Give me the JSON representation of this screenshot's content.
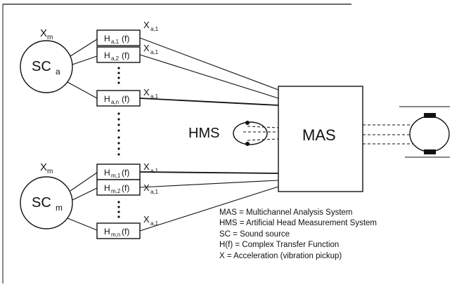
{
  "sources": [
    {
      "label_main": "SC",
      "label_sub": "a",
      "accel": "X",
      "accel_sub": "m"
    },
    {
      "label_main": "SC",
      "label_sub": "m",
      "accel": "X",
      "accel_sub": "m"
    }
  ],
  "transfer_boxes": [
    {
      "text": "H",
      "sub": "a,1",
      "arg": "(f)",
      "out": "X",
      "out_sub": "a,1"
    },
    {
      "text": "H",
      "sub": "a,2",
      "arg": "(f)",
      "out": "X",
      "out_sub": "a,1"
    },
    {
      "text": "H",
      "sub": "a,n",
      "arg": "(f)",
      "out": "X",
      "out_sub": "a,1"
    },
    {
      "text": "H",
      "sub": "m,1",
      "arg": "(f)",
      "out": "X",
      "out_sub": "a,1"
    },
    {
      "text": "H",
      "sub": "m,2",
      "arg": "(f)",
      "out": "X",
      "out_sub": "a,1"
    },
    {
      "text": "H",
      "sub": "m,n",
      "arg": "(f)",
      "out": "X",
      "out_sub": "a,1"
    }
  ],
  "mas_label": "MAS",
  "hms_label": "HMS",
  "legend": [
    "MAS = Multichannel Analysis System",
    "HMS = Artificial Head Measurement System",
    "SC = Sound source",
    "H(f) = Complex Transfer Function",
    "X = Acceleration (vibration pickup)"
  ]
}
